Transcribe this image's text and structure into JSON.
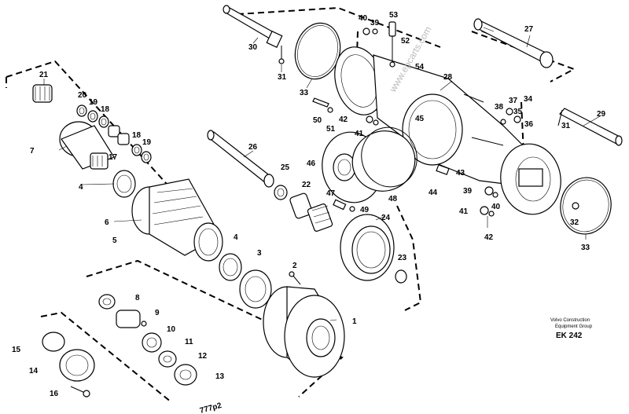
{
  "footer": {
    "company_line1": "Volvo Construction",
    "company_line2": "Equipment Group",
    "code": "EK 242",
    "drawing_no": "777p2",
    "watermark": "www.epcarts.com"
  },
  "callouts": [
    "1",
    "2",
    "3",
    "4",
    "4",
    "5",
    "6",
    "7",
    "8",
    "9",
    "10",
    "11",
    "12",
    "13",
    "14",
    "15",
    "16",
    "17",
    "18",
    "18",
    "19",
    "19",
    "20",
    "21",
    "22",
    "23",
    "24",
    "25",
    "26",
    "27",
    "28",
    "29",
    "30",
    "31",
    "31",
    "32",
    "33",
    "33",
    "34",
    "35",
    "36",
    "37",
    "38",
    "39",
    "39",
    "40",
    "40",
    "41",
    "41",
    "42",
    "42",
    "43",
    "44",
    "45",
    "46",
    "47",
    "48",
    "49",
    "50",
    "51",
    "52",
    "53",
    "54"
  ]
}
